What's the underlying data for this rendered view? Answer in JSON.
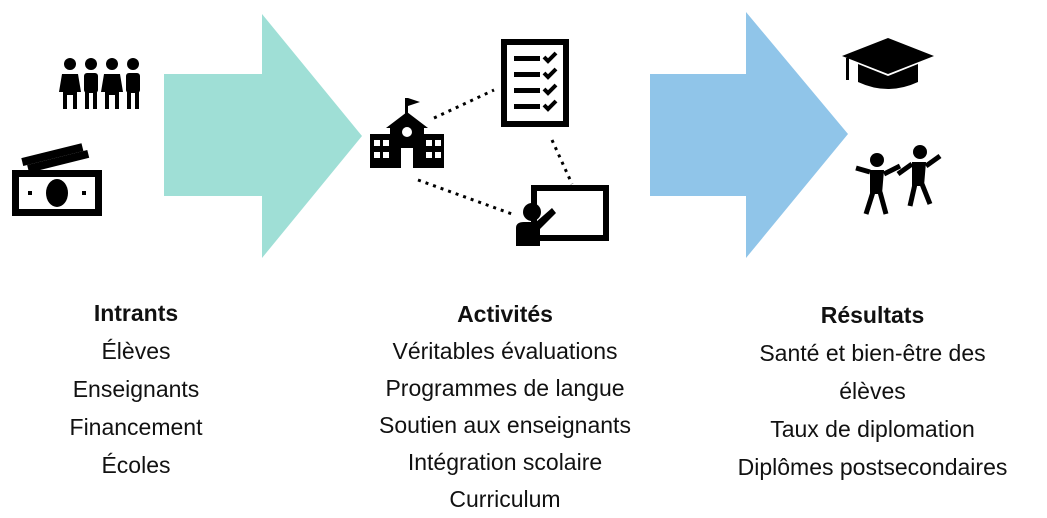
{
  "colors": {
    "arrow_left": "#9fdfd6",
    "arrow_right": "#90c5e9",
    "icon": "#000000"
  },
  "icons": {
    "inputs": [
      "people-group-icon",
      "money-icon"
    ],
    "activities": [
      "school-icon",
      "checklist-icon",
      "teacher-board-icon"
    ],
    "outcomes": [
      "graduation-cap-icon",
      "celebrating-students-icon"
    ]
  },
  "columns": {
    "inputs": {
      "title": "Intrants",
      "items": [
        "Élèves",
        "Enseignants",
        "Financement",
        "Écoles"
      ]
    },
    "activities": {
      "title": "Activités",
      "items": [
        "Véritables évaluations",
        "Programmes de langue",
        "Soutien aux enseignants",
        "Intégration scolaire",
        "Curriculum"
      ]
    },
    "outcomes": {
      "title": "Résultats",
      "items": [
        "Santé et bien-être des",
        "élèves",
        "Taux de diplomation",
        "Diplômes postsecondaires"
      ]
    }
  }
}
